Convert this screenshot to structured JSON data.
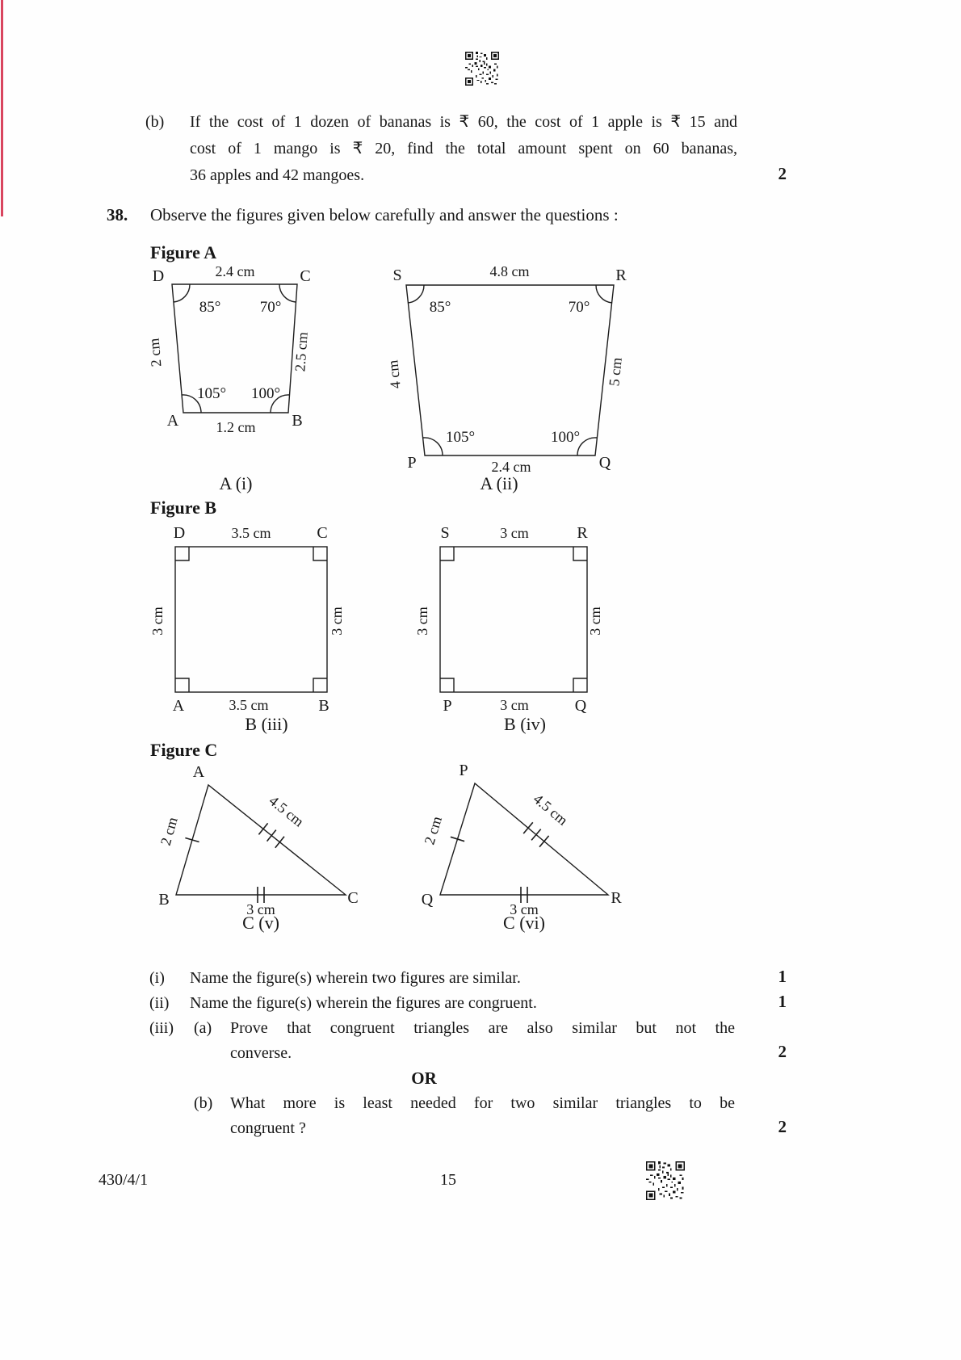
{
  "question_b": {
    "label": "(b)",
    "line1": "If the cost of 1 dozen of bananas is ₹ 60, the cost of 1 apple is ₹ 15 and",
    "line2": "cost of 1 mango is ₹ 20, find the total amount spent on 60 bananas,",
    "line3": "36 apples and 42 mangoes.",
    "marks": "2"
  },
  "q38": {
    "number": "38.",
    "text": "Observe the figures given below carefully and answer the questions :"
  },
  "figA": {
    "heading": "Figure A",
    "cap1": "A (i)",
    "cap2": "A (ii)",
    "f1": {
      "vD": "D",
      "vC": "C",
      "vA": "A",
      "vB": "B",
      "top": "2.4 cm",
      "bottom": "1.2 cm",
      "left": "2 cm",
      "right": "2.5 cm",
      "aD": "85°",
      "aC": "70°",
      "aA": "105°",
      "aB": "100°"
    },
    "f2": {
      "vS": "S",
      "vR": "R",
      "vP": "P",
      "vQ": "Q",
      "top": "4.8 cm",
      "bottom": "2.4 cm",
      "left": "4 cm",
      "right": "5 cm",
      "aS": "85°",
      "aR": "70°",
      "aP": "105°",
      "aQ": "100°"
    }
  },
  "figB": {
    "heading": "Figure B",
    "cap1": "B (iii)",
    "cap2": "B (iv)",
    "f1": {
      "vD": "D",
      "vC": "C",
      "vA": "A",
      "vB": "B",
      "top": "3.5 cm",
      "bottom": "3.5 cm",
      "left": "3 cm",
      "right": "3 cm"
    },
    "f2": {
      "vS": "S",
      "vR": "R",
      "vP": "P",
      "vQ": "Q",
      "top": "3 cm",
      "bottom": "3 cm",
      "left": "3 cm",
      "right": "3 cm"
    }
  },
  "figC": {
    "heading": "Figure C",
    "cap1": "C (v)",
    "cap2": "C (vi)",
    "f1": {
      "vA": "A",
      "vB": "B",
      "vC": "C",
      "left": "2 cm",
      "slant": "4.5 cm",
      "base": "3 cm"
    },
    "f2": {
      "vP": "P",
      "vQ": "Q",
      "vR": "R",
      "left": "2 cm",
      "slant": "4.5 cm",
      "base": "3 cm"
    }
  },
  "questions": {
    "i": {
      "label": "(i)",
      "text": "Name the figure(s) wherein two figures are similar.",
      "marks": "1"
    },
    "ii": {
      "label": "(ii)",
      "text": "Name the figure(s) wherein the figures are congruent.",
      "marks": "1"
    },
    "iii": {
      "label": "(iii)",
      "sub": "(a)",
      "line1": "Prove that congruent triangles are also similar but not the",
      "line2": "converse.",
      "marks": "2"
    },
    "or_label": "OR",
    "b": {
      "sub": "(b)",
      "line1": "What more is least needed for two similar triangles to be",
      "line2": "congruent ?",
      "marks": "2"
    }
  },
  "footer": {
    "code": "430/4/1",
    "page": "15"
  }
}
